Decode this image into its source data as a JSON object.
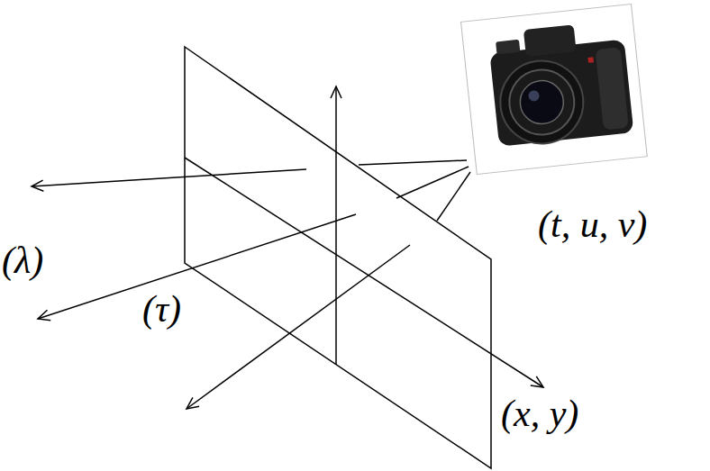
{
  "diagram": {
    "labels": [
      "(λ)",
      "(τ)",
      "(x, y)",
      "(t, u, v)"
    ]
  }
}
